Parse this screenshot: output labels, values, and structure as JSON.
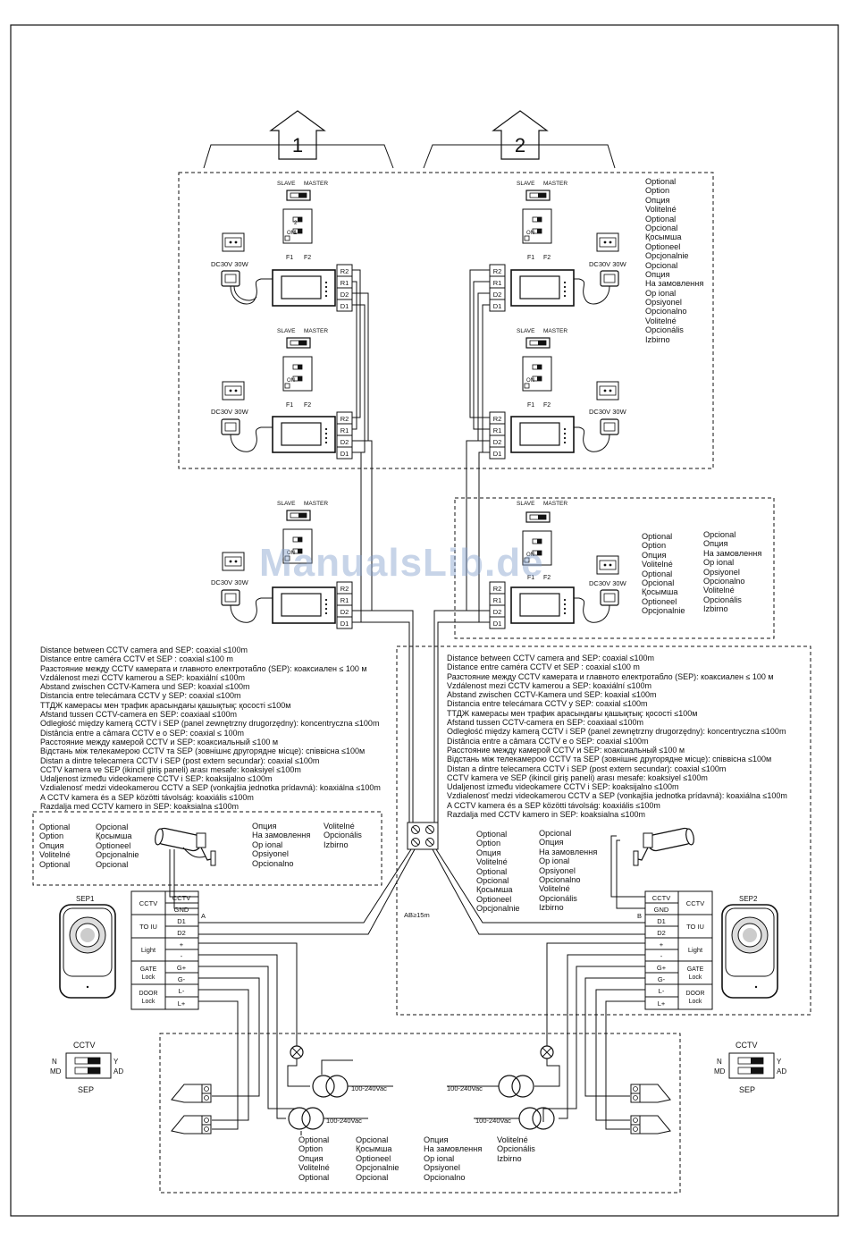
{
  "watermark": "ManualsLib.de",
  "outputs": [
    "1",
    "2"
  ],
  "switch_labels": {
    "slave": "SLAVE",
    "master": "MASTER",
    "on": "ON",
    "f1": "F1",
    "f2": "F2",
    "dip1": "1",
    "dip2": "2"
  },
  "power_label": "DC30V 30W",
  "terminals": [
    "R2",
    "R1",
    "D2",
    "D1"
  ],
  "optional_lists": {
    "top_right": [
      "Optional",
      "Option",
      "Опция",
      "Volitelné",
      "Optional",
      "Opcional",
      "Қосымша",
      "Optioneel",
      "Opcjonalnie",
      "Opcional",
      "Опция",
      "На замовлення",
      "Op ional",
      "Opsiyonel",
      "Opcionalno",
      "Volitelné",
      "Opcionális",
      "Izbirno"
    ],
    "mid_right_col1": [
      "Optional",
      "Option",
      "Опция",
      "Volitelné",
      "Optional",
      "Opcional",
      "Қосымша",
      "Optioneel",
      "Opcjonalnie"
    ],
    "mid_right_col2": [
      "Opcional",
      "Опция",
      "На замовлення",
      "Op ional",
      "Opsiyonel",
      "Opcionalno",
      "Volitelné",
      "Opcionális",
      "Izbirno"
    ],
    "left_cam_col1": [
      "Optional",
      "Option",
      "Опция",
      "Volitelné",
      "Optional"
    ],
    "left_cam_col2": [
      "Opcional",
      "Қосымша",
      "Optioneel",
      "Opcjonalnie",
      "Opcional"
    ],
    "left_cam_col3": [
      "Опция",
      "На замовлення",
      "Op ional",
      "Opsiyonel",
      "Opcionalno"
    ],
    "left_cam_col4": [
      "Volitelné",
      "Opcionális",
      "Izbirno"
    ],
    "right_cam_col1": [
      "Optional",
      "Option",
      "Опция",
      "Volitelné",
      "Optional",
      "Opcional",
      "Қосымша",
      "Optioneel",
      "Opcjonalnie"
    ],
    "right_cam_col2": [
      "Opcional",
      "Опция",
      "На замовлення",
      "Op ional",
      "Opsiyonel",
      "Opcionalno",
      "Volitelné",
      "Opcionális",
      "Izbirno"
    ],
    "bottom_col1": [
      "Optional",
      "Option",
      "Опция",
      "Volitelné",
      "Optional"
    ],
    "bottom_col2": [
      "Opcional",
      "Қосымша",
      "Optioneel",
      "Opcjonalnie",
      "Opcional"
    ],
    "bottom_col3": [
      "Опция",
      "На замовлення",
      "Op ional",
      "Opsiyonel",
      "Opcionalno"
    ],
    "bottom_col4": [
      "Volitelné",
      "Opcionális",
      "Izbirno"
    ]
  },
  "distance_left": [
    "Distance between CCTV camera and SEP: coaxial ≤100m",
    "Distance entre caméra CCTV et SEP : coaxial ≤100 m",
    "Разстояние между CCTV камерата и главното електротабло (SEP): коаксиален ≤ 100 м",
    "Vzdálenost mezi CCTV kamerou a SEP: koaxiální ≤100m",
    "Abstand zwischen CCTV-Kamera und SEP: koaxial ≤100m",
    "Distancia entre telecámara CCTV y SEP: coaxial ≤100m",
    "ТТДЖ камерасы мен трафик арасындағы қашықтық: қосості ≤100м",
    "Afstand tussen CCTV-camera en SEP: coaxiaal ≤100m",
    "Odległość między kamerą CCTV i SEP (panel zewnętrzny drugorzędny): koncentryczna ≤100m",
    "Distância entre a câmara CCTV e o SEP: coaxial ≤ 100m",
    "Расстояние между камерой CCTV и SEP: коаксиальный ≤100 м",
    "Відстань між телекамерою CCTV та SEP (зовнішнє другорядне місце): співвісна ≤100м",
    "Distan a dintre telecamera CCTV  i SEP (post extern secundar): coaxial ≤100m",
    "CCTV kamera ve SEP (ikincil giriş paneli) arası mesafe: koaksiyel ≤100m",
    "Udaljenost između videokamere CCTV i SEP:  koaksijalno ≤100m",
    "Vzdialenosť medzi videokamerou CCTV a SEP (vonkajšia jednotka prídavná): koaxiálna ≤100m",
    "A CCTV kamera és a SEP közötti távolság: koaxiális ≤100m",
    "Razdalja med CCTV kamero in SEP: koaksialna ≤100m"
  ],
  "distance_right": [
    "Distance between CCTV camera and SEP: coaxial ≤100m",
    "Distance entre caméra CCTV et SEP : coaxial ≤100 m",
    "Разстояние между CCTV камерата и главното електротабло (SEP): коаксиален ≤ 100 м",
    "Vzdálenost mezi CCTV kamerou a SEP: koaxiální ≤100m",
    "Abstand zwischen CCTV-Kamera und SEP: koaxial ≤100m",
    "Distancia entre telecámara CCTV y SEP: coaxial ≤100m",
    "ТТДЖ камерасы мен трафик арасындағы қашықтық: қосості ≤100м",
    "Afstand tussen CCTV-camera en SEP: coaxiaal ≤100m",
    "Odległość między kamerą CCTV i SEP (panel zewnętrzny drugorzędny): koncentryczna ≤100m",
    "Distância entre a câmara CCTV e o SEP: coaxial ≤100m",
    "Расстояние между камерой CCTV и SEP: коаксиальный ≤100 м",
    "Відстань між телекамерою CCTV та SEP (зовнішнє другорядне місце): співвісна ≤100м",
    "Distan a dintre telecamera CCTV  i SEP (post extern secundar): coaxial ≤100m",
    "CCTV kamera ve SEP (ikincil giriş paneli) arası mesafe: koaksiyel ≤100m",
    "Udaljenost između videokamere CCTV i SEP:  koaksijalno ≤100m",
    "Vzdialenosť medzi videokamerou CCTV a SEP (vonkajšia jednotka prídavná): koaxiálna ≤100m",
    "A CCTV kamera és a SEP közötti távolság: koaxiális ≤100m",
    "Razdalja med CCTV kamero in SEP: koaksialna ≤100m"
  ],
  "sep1_label": "SEP1",
  "sep2_label": "SEP2",
  "sep_terminals": [
    "CCTV",
    "GND",
    "D1",
    "D2",
    "+",
    "-",
    "G+",
    "G-",
    "L-",
    "L+"
  ],
  "sep_groups": [
    "CCTV",
    "TO IU",
    "Light",
    "GATE Lock",
    "DOOR Lock"
  ],
  "wire_a": "A",
  "wire_b": "B",
  "ab_label": "AB≥15m",
  "cctv_switch": {
    "top": "CCTV",
    "bottom": "SEP",
    "n": "N",
    "md": "MD",
    "y": "Y",
    "ad": "AD"
  },
  "transformer_label": "100-240Vac"
}
